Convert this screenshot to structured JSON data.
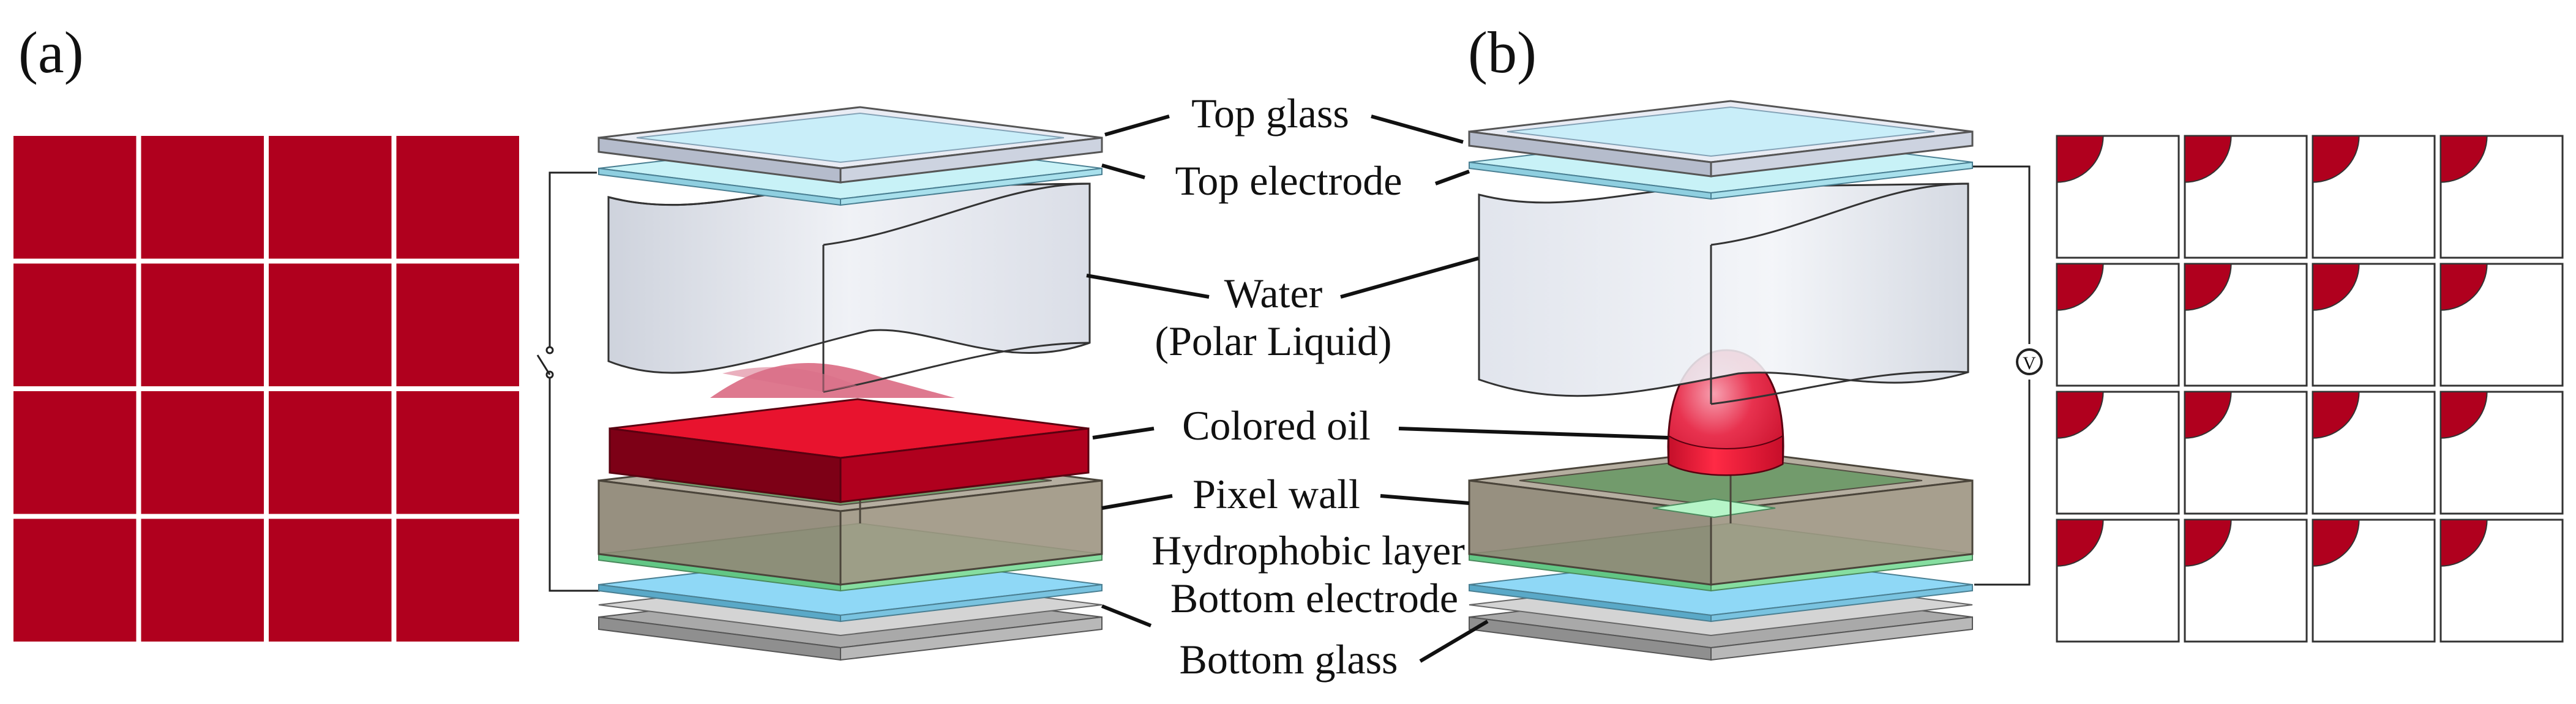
{
  "panels": {
    "a": {
      "letter": "(a)"
    },
    "b": {
      "letter": "(b)"
    }
  },
  "layers": {
    "top_glass": "Top glass",
    "top_electrode": "Top electrode",
    "water_line1": "Water",
    "water_line2": "(Polar Liquid)",
    "colored_oil": "Colored oil",
    "pixel_wall": "Pixel wall",
    "hydrophobic_layer": "Hydrophobic layer",
    "bottom_electrode": "Bottom electrode",
    "bottom_glass": "Bottom glass"
  },
  "voltage_symbol": "V",
  "pixel_grid": {
    "rows": 4,
    "cols": 4
  },
  "colors": {
    "oil_red": "#b0001e",
    "oil_red_light": "#e8132e",
    "glass": "#dfe3ee",
    "top_electrode": "#c8f2f7",
    "water": "#d9dee8",
    "pixel_wall": "#8c8472",
    "hydrophobic": "#9af2b4",
    "bottom_electrode": "#8fd8f6",
    "bottom_glass": "#c9c9c9"
  }
}
